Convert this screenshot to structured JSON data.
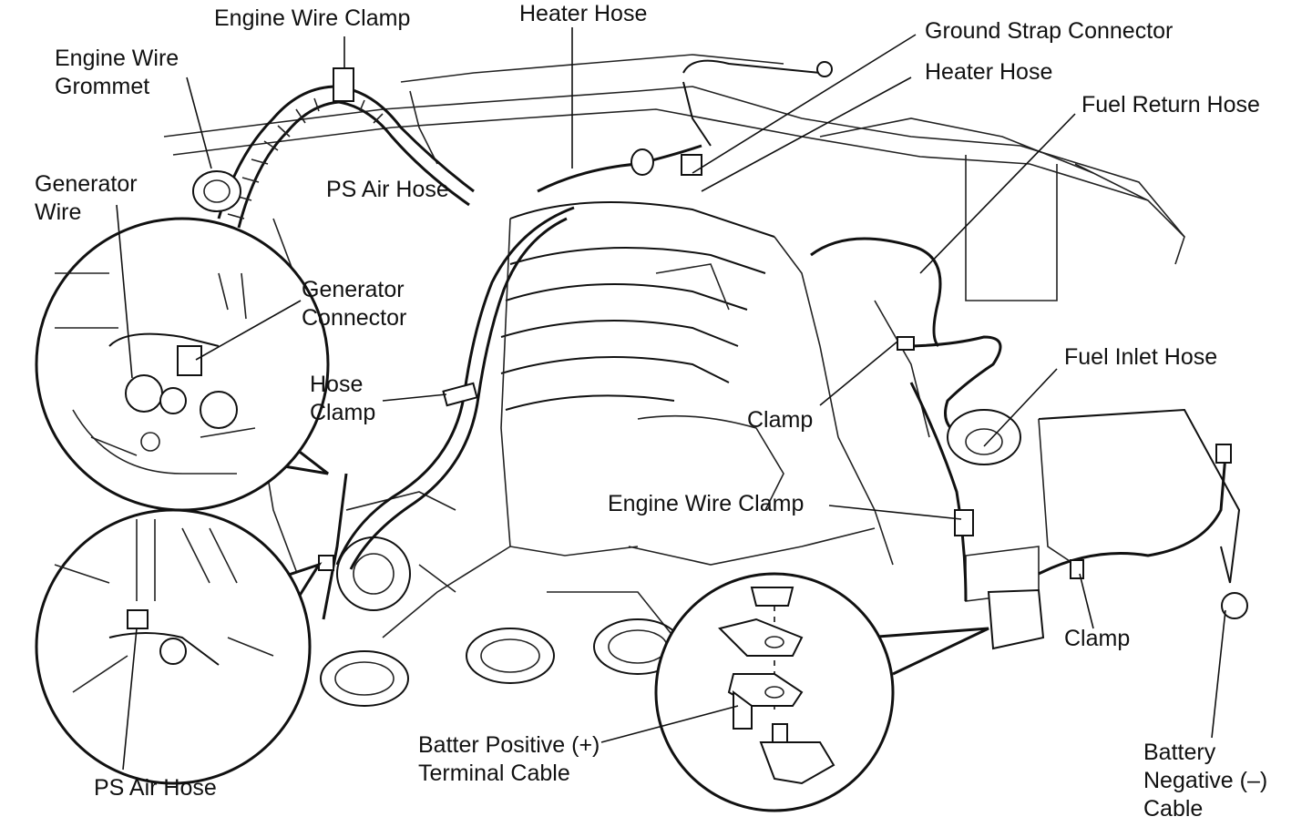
{
  "labels": {
    "engine_wire_clamp_top": "Engine Wire Clamp",
    "heater_hose_top": "Heater Hose",
    "ground_strap_connector": "Ground Strap Connector",
    "heater_hose_right": "Heater Hose",
    "fuel_return_hose": "Fuel Return Hose",
    "engine_wire_grommet": [
      "Engine Wire",
      "Grommet"
    ],
    "generator_wire": [
      "Generator",
      "Wire"
    ],
    "ps_air_hose_top": "PS Air Hose",
    "generator_connector": [
      "Generator",
      "Connector"
    ],
    "hose_clamp": [
      "Hose",
      "Clamp"
    ],
    "fuel_inlet_hose": "Fuel Inlet Hose",
    "clamp_mid": "Clamp",
    "engine_wire_clamp_mid": "Engine Wire Clamp",
    "clamp_right": "Clamp",
    "ps_air_hose_bottom": "PS Air Hose",
    "battery_positive_cable": [
      "Batter Positive (+)",
      "Terminal Cable"
    ],
    "battery_negative_cable": [
      "Battery",
      "Negative (–)",
      "Cable"
    ]
  }
}
